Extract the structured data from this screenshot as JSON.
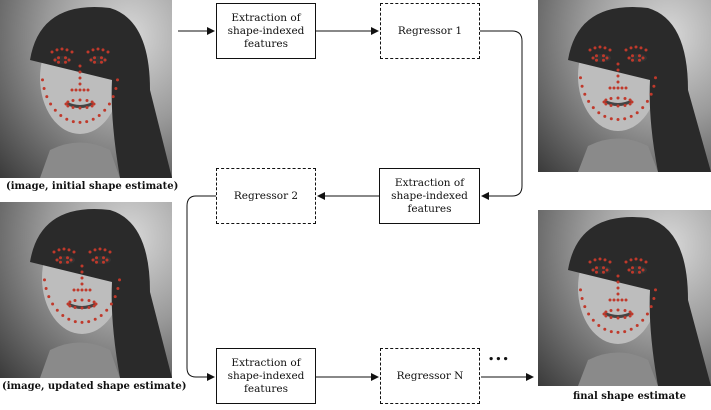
{
  "captions": {
    "initial": "(image, initial shape estimate)",
    "updated": "(image, updated shape estimate)",
    "final": "final shape estimate"
  },
  "boxes": {
    "extraction_1": "Extraction of shape-indexed features",
    "regressor_1": "Regressor 1",
    "extraction_2": "Extraction of shape-indexed features",
    "regressor_2": "Regressor 2",
    "extraction_3": "Extraction of shape-indexed features",
    "regressor_n": "Regressor N"
  },
  "ellipsis": "...",
  "colors": {
    "landmark": "#c0392b",
    "line": "#111111"
  }
}
